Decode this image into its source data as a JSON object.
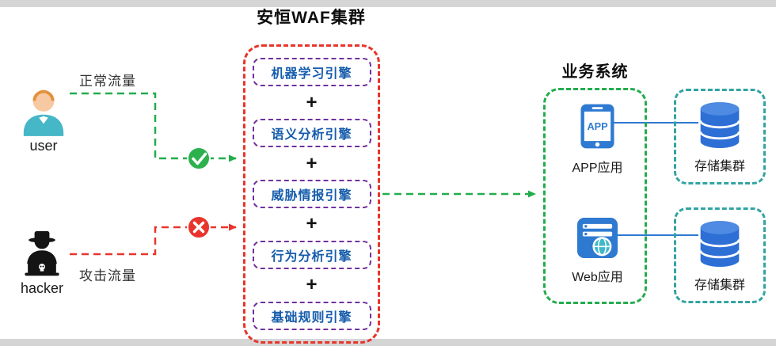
{
  "waf": {
    "title": "安恒WAF集群",
    "engines": [
      "机器学习引擎",
      "语义分析引擎",
      "威胁情报引擎",
      "行为分析引擎",
      "基础规则引擎"
    ],
    "separator": "+"
  },
  "actors": {
    "user": {
      "label": "user",
      "flow_label": "正常流量"
    },
    "hacker": {
      "label": "hacker",
      "flow_label": "攻击流量"
    }
  },
  "business": {
    "title": "业务系统",
    "apps": [
      {
        "label": "APP应用",
        "icon": "app-icon",
        "badge": "APP"
      },
      {
        "label": "Web应用",
        "icon": "web-icon"
      }
    ]
  },
  "storage": [
    {
      "label": "存储集群",
      "icon": "database-icon"
    },
    {
      "label": "存储集群",
      "icon": "database-icon"
    }
  ],
  "badges": {
    "allow": "check-circle",
    "block": "x-circle"
  },
  "colors": {
    "waf_border_red": "#e8352c",
    "engine_border_purple": "#7030a0",
    "engine_text_blue": "#155cab",
    "flow_green": "#22ad4c",
    "business_border_green": "#22ad4c",
    "storage_border_teal": "#33a3a3",
    "icon_blue": "#2f7ad1",
    "database_blue": "#2e6fd6"
  }
}
